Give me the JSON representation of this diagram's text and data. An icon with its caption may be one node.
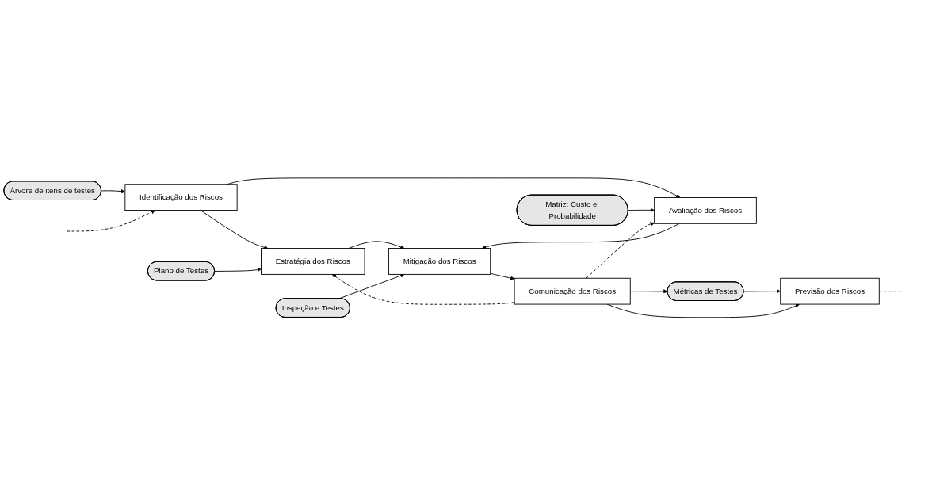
{
  "diagram": {
    "nodes": [
      {
        "text": [
          "Árvore de itens de testes"
        ]
      },
      {
        "text": [
          "Identificação dos Riscos"
        ]
      },
      {
        "text": [
          "Estratégia dos Riscos"
        ]
      },
      {
        "text": [
          "Plano de Testes"
        ]
      },
      {
        "text": [
          "Avaliação dos Riscos"
        ]
      },
      {
        "text": [
          "Matriz: Custo e Probabilidade"
        ]
      },
      {
        "text": [
          "Mitigação dos Riscos"
        ]
      },
      {
        "text": [
          "Inspeção e Testes"
        ]
      },
      {
        "text": [
          "Comunicação dos Riscos"
        ]
      },
      {
        "text": [
          "Métricas de Testes"
        ]
      },
      {
        "text": [
          "Previsão dos Riscos"
        ]
      }
    ],
    "edges": [
      {
        "from": 0,
        "to": 1,
        "arrow": "to"
      },
      {
        "from": 1,
        "to": 2,
        "arrow": "to"
      },
      {
        "from": 1,
        "to": 4,
        "arrow": "to"
      },
      {
        "from": 3,
        "to": 2,
        "arrow": "to"
      },
      {
        "from": 5,
        "to": 4,
        "arrow": "to"
      },
      {
        "from": 2,
        "to": 6,
        "arrow": "to"
      },
      {
        "from": 4,
        "to": 6,
        "arrow": "to"
      },
      {
        "from": 7,
        "to": 6,
        "arrow": "to"
      },
      {
        "from": 6,
        "to": 8,
        "arrow": "to"
      },
      {
        "from": 8,
        "to": 9,
        "arrow": "to"
      },
      {
        "from": 9,
        "to": 10,
        "arrow": "to"
      },
      {
        "from": 8,
        "to": 10,
        "arrow": "to"
      },
      {
        "from": 8,
        "to": 2,
        "arrow": "to",
        "style": "dashed"
      },
      {
        "from": 8,
        "to": 4,
        "arrow": "to",
        "style": "dashed"
      },
      {
        "from": null,
        "to": 1,
        "arrow": "to",
        "style": "dashed"
      },
      {
        "from": 10,
        "to": null,
        "arrow": "none",
        "style": "dashed"
      }
    ]
  }
}
